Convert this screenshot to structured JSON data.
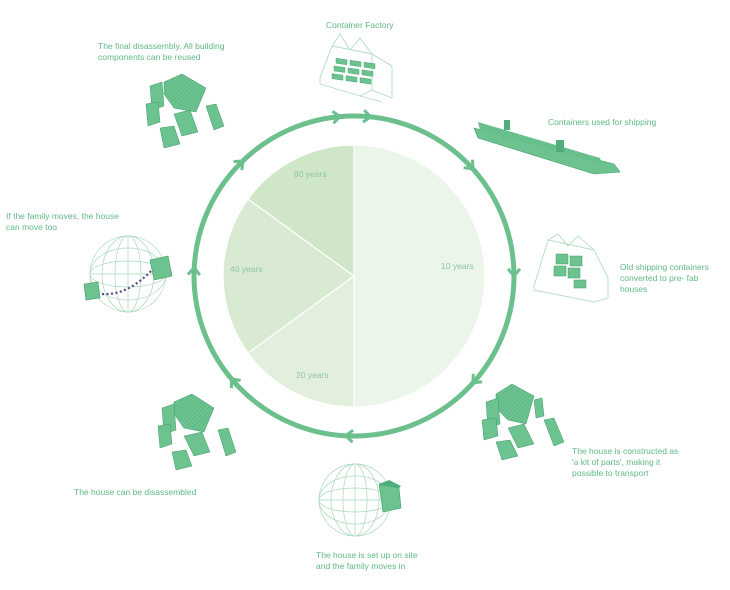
{
  "chart_data": {
    "type": "pie",
    "slices": [
      {
        "label": "10 years",
        "value": 50,
        "color": "#ebf5e9"
      },
      {
        "label": "20 years",
        "value": 15,
        "color": "#e2efdc"
      },
      {
        "label": "40 years",
        "value": 20,
        "color": "#d8ebd2"
      },
      {
        "label": "80 years",
        "value": 15,
        "color": "#cfe6c9"
      }
    ]
  },
  "cycle_labels": {
    "factory": "Container Factory",
    "shipping": "Containers used for shipping",
    "prefab": "Old shipping containers\nconverted to pre- fab\nhouses",
    "kit": "The house is constructed as\n'a kit of parts', making it\npossible to transport",
    "site": "The house is set up on site\nand the family moves in",
    "disassembled": "The house can be disassembled",
    "move": "If the family moves, the house\ncan move too",
    "final": "The final disassembly. All building\ncomponents can be reused"
  },
  "colors": {
    "ring": "#6cc08e",
    "icon_fill": "#6cc390",
    "icon_dark": "#3f9c68",
    "icon_line": "#9ed4b2",
    "path_dots": "#5a4a8e"
  },
  "icons": [
    "container-factory-icon",
    "cargo-ship-icon",
    "prefab-house-icon",
    "kit-of-parts-icon",
    "globe-site-icon",
    "disassembled-icon",
    "globe-move-icon",
    "final-disassembly-icon"
  ]
}
